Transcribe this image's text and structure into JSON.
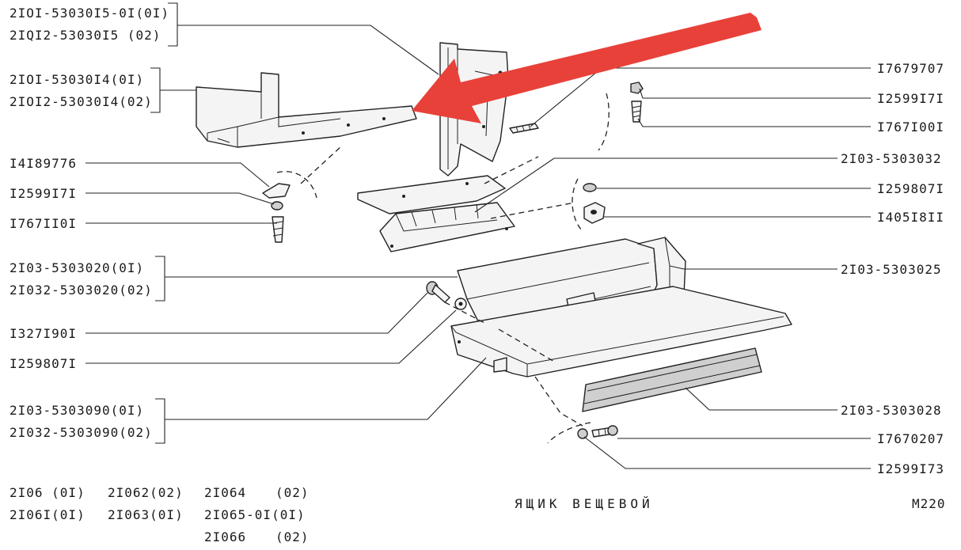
{
  "labels": {
    "l_2101_53030i5": "2IOI-53030I5-0I(0I)",
    "l_21012_53030i5": "2IQI2-53030I5 (02)",
    "l_2101_53030i4": "2IOI-53030I4(0I)",
    "l_21012_53030i4": "2IOI2-53030I4(02)",
    "l_i4189776": "I4I89776",
    "l_i259917i_left": "I2599I7I",
    "l_i7671i0i": "I767II0I",
    "l_2103_5303020_01": "2I03-5303020(0I)",
    "l_21032_5303020_02": "2I032-5303020(02)",
    "l_i327190i": "I327I90I",
    "l_i259807i_left": "I259807I",
    "l_2103_5303090_01": "2I03-5303090(0I)",
    "l_21032_5303090_02": "2I032-5303090(02)",
    "r_i7679707": "I7679707",
    "r_i259917i": "I2599I7I",
    "r_i767100i": "I767I00I",
    "r_2103_5303032": "2I03-5303032",
    "r_i259807i": "I259807I",
    "r_i40518ii": "I405I8II",
    "r_2103_5303025": "2I03-5303025",
    "r_2103_5303028": "2I03-5303028",
    "r_i7670207": "I7670207",
    "r_i2599173": "I2599I73"
  },
  "footer": {
    "models": {
      "m1": "2I06 (0I)",
      "m2": "2I062(02)",
      "m3": "2I064",
      "m3_code": "(02)",
      "m4": "2I06I(0I)",
      "m5": "2I063(0I)",
      "m6": "2I065-0I(0I)",
      "m7": "2I066",
      "m7_code": "(02)"
    },
    "title": "ЯЩИК ВЕЩЕВОЙ",
    "page_code": "М220"
  },
  "colors": {
    "arrow": "#e8413a",
    "ink": "#1a1a1a",
    "background": "#ffffff"
  }
}
